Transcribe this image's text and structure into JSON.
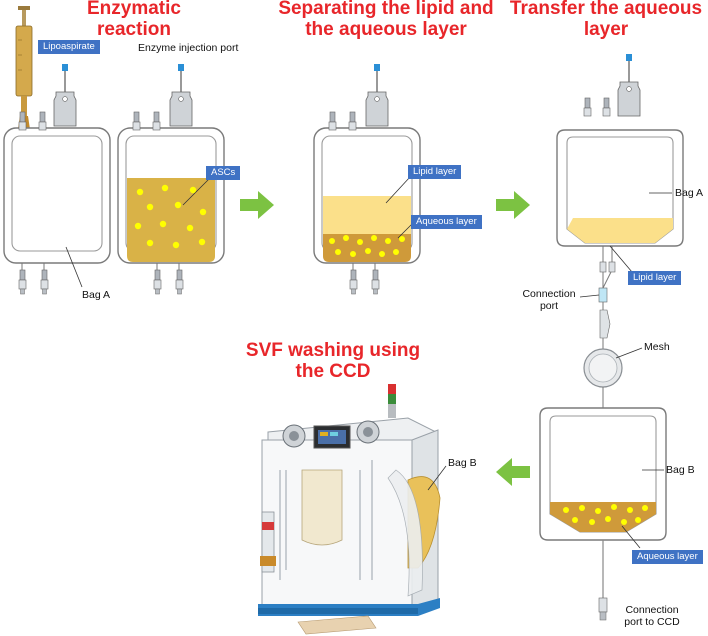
{
  "titles": {
    "enzymatic": "Enzymatic reaction",
    "separating_line1": "Separating the lipid and",
    "separating_line2": "the aqueous layer",
    "transfer_line1": "Transfer the aqueous",
    "transfer_line2": "layer",
    "svf_line1": "SVF washing using",
    "svf_line2": "the CCD"
  },
  "tags": {
    "lipoaspirate": "Lipoaspirate",
    "ascs": "ASCs",
    "lipid_layer": "Lipid layer",
    "aqueous_layer": "Aqueous layer",
    "lipid_layer_2": "Lipid layer",
    "aqueous_layer_2": "Aqueous layer"
  },
  "labels": {
    "enzyme_port": "Enzyme injection port",
    "bag_a_1": "Bag A",
    "bag_a_2": "Bag A",
    "connection_port_line1": "Connection",
    "connection_port_line2": "port",
    "mesh": "Mesh",
    "bag_b_1": "Bag B",
    "bag_b_2": "Bag B",
    "ccd_port_line1": "Connection",
    "ccd_port_line2": "port to CCD"
  },
  "colors": {
    "title_red": "#e8262a",
    "tag_blue": "#3f72c4",
    "lipid_yellow": "#fbe08a",
    "aqueous_orange": "#cf9a3a",
    "cell_yellow": "#ffff00",
    "arrow_green": "#7cc242",
    "port_blue": "#2a8fd6"
  }
}
